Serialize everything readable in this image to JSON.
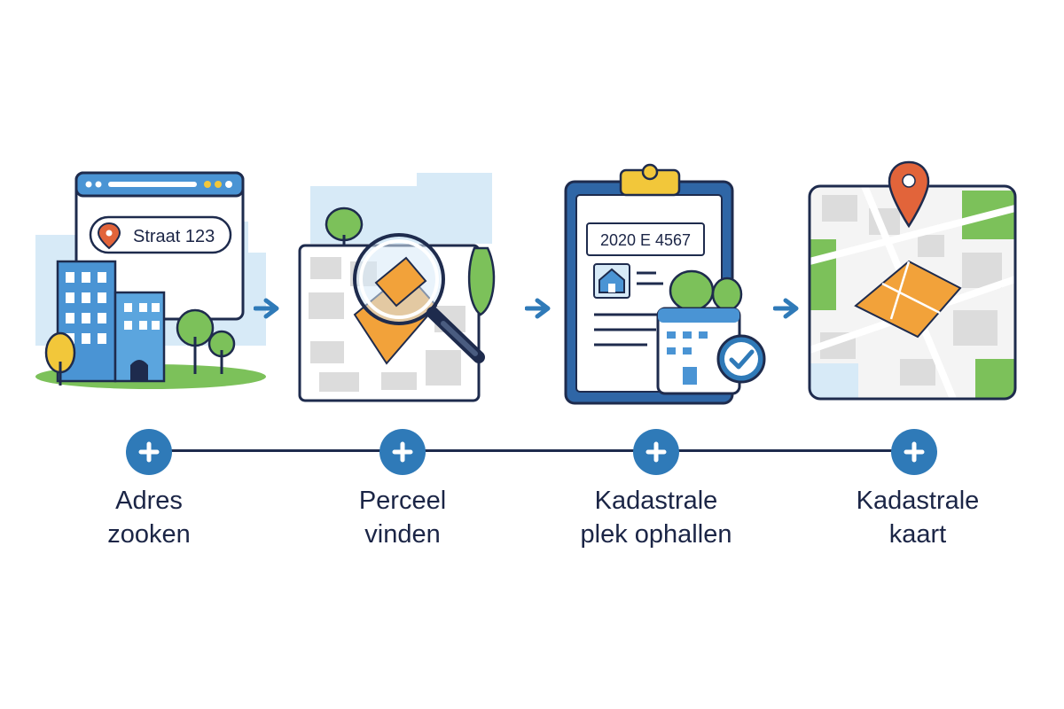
{
  "steps": [
    {
      "id": "adres-zoeken",
      "title_line1": "Adres",
      "title_line2": "zooken",
      "illustration": "browser-address-search",
      "search_text": "Straat 123",
      "icons": [
        "location-pin-icon",
        "browser-window-icon",
        "building-icon",
        "tree-icon"
      ]
    },
    {
      "id": "perceel-vinden",
      "title_line1": "Perceel",
      "title_line2": "vinden",
      "illustration": "map-with-magnifier",
      "icons": [
        "magnifier-icon",
        "parcel-icon",
        "tree-icon"
      ]
    },
    {
      "id": "kadastrale-plek-ophallen",
      "title_line1": "Kadastrale",
      "title_line2": "plek ophallen",
      "illustration": "clipboard-document",
      "document_number": "2020 E 4567",
      "icons": [
        "clipboard-icon",
        "house-icon",
        "calendar-icon",
        "checkmark-icon",
        "tree-icon"
      ]
    },
    {
      "id": "kadastrale-kaart",
      "title_line1": "Kadastrale",
      "title_line2": "kaart",
      "illustration": "map-with-pin",
      "icons": [
        "location-pin-icon",
        "parcel-icon",
        "map-icon"
      ]
    }
  ],
  "connector_icon": "arrow-right-icon",
  "node_icon": "plus-icon",
  "colors": {
    "primary_blue": "#2f7ab8",
    "navy": "#1e2b4d",
    "orange": "#f2a23a",
    "green": "#7cc15a",
    "pin": "#e2643a",
    "sky": "#d7eaf7"
  }
}
